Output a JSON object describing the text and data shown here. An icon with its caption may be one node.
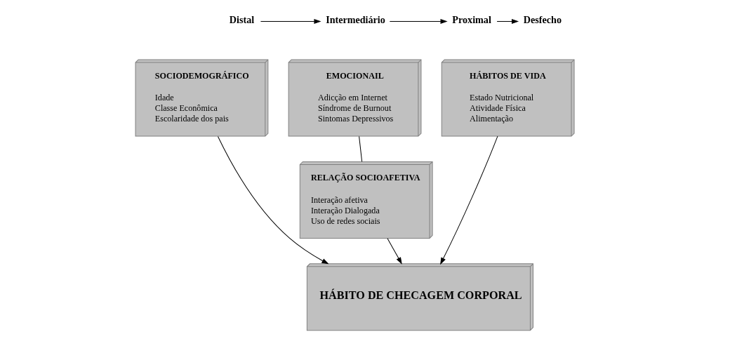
{
  "diagram": {
    "nodes": [
      {
        "text": [
          "Distal"
        ]
      },
      {
        "text": [
          "Intermediário"
        ]
      },
      {
        "text": [
          "Proximal"
        ]
      },
      {
        "text": [
          "Desfecho"
        ]
      },
      {
        "text": [
          "SOCIODEMOGRÁFICO",
          "Idade",
          "Classe Econômica",
          "Escolaridade dos pais"
        ]
      },
      {
        "text": [
          "EMOCIONAIL",
          "Adicção em Internet",
          "Síndrome de Burnout",
          "Sintomas Depressivos"
        ]
      },
      {
        "text": [
          "HÁBITOS DE VIDA",
          "Estado Nutricional",
          "Atividade Física",
          "Alimentação"
        ]
      },
      {
        "text": [
          "RELAÇÃO SOCIOAFETIVA",
          "Interação afetiva",
          "Interação Dialogada",
          "Uso de redes sociais"
        ]
      },
      {
        "text": [
          "HÁBITO DE CHECAGEM CORPORAL"
        ]
      }
    ],
    "edges": [
      {
        "from": 0,
        "to": 1,
        "arrow": "to"
      },
      {
        "from": 1,
        "to": 2,
        "arrow": "to"
      },
      {
        "from": 2,
        "to": 3,
        "arrow": "to"
      },
      {
        "from": 5,
        "to": 7,
        "arrow": "none"
      },
      {
        "from": 6,
        "to": 8,
        "arrow": "to"
      },
      {
        "from": 7,
        "to": 8,
        "arrow": "to"
      },
      {
        "from": 4,
        "to": 8,
        "arrow": "to"
      }
    ]
  }
}
